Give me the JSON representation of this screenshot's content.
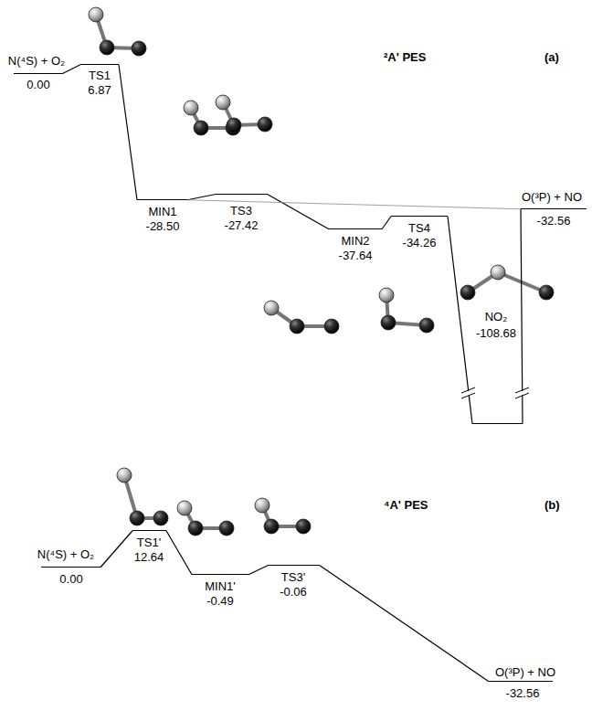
{
  "diagram": {
    "nodes": [
      {
        "text": [
          "N(⁴S) + O₂",
          "0.00"
        ]
      },
      {
        "text": [
          "TS1",
          "6.87"
        ]
      },
      {
        "text": [
          "MIN1",
          "-28.50"
        ]
      },
      {
        "text": [
          "TS3",
          "-27.42"
        ]
      },
      {
        "text": [
          "MIN2",
          "-37.64"
        ]
      },
      {
        "text": [
          "TS4",
          "-34.26"
        ]
      },
      {
        "text": [
          "NO₂",
          "-108.68"
        ]
      },
      {
        "text": [
          "O(³P) + NO",
          "-32.56"
        ]
      },
      {
        "text": [
          "N(⁴S) + O₂",
          "0.00"
        ]
      },
      {
        "text": [
          "TS1'",
          "12.64"
        ]
      },
      {
        "text": [
          "MIN1'",
          "-0.49"
        ]
      },
      {
        "text": [
          "TS3'",
          "-0.06"
        ]
      },
      {
        "text": [
          "O(³P) + NO",
          "-32.56"
        ]
      }
    ],
    "edges": [
      {
        "from": 0,
        "to": 1,
        "arrow": "none"
      },
      {
        "from": 1,
        "to": 2,
        "arrow": "none"
      },
      {
        "from": 2,
        "to": 3,
        "arrow": "none"
      },
      {
        "from": 3,
        "to": 4,
        "arrow": "none"
      },
      {
        "from": 4,
        "to": 5,
        "arrow": "none"
      },
      {
        "from": 5,
        "to": 6,
        "arrow": "none"
      },
      {
        "from": 6,
        "to": 7,
        "arrow": "none"
      },
      {
        "from": 2,
        "to": 7,
        "arrow": "none"
      },
      {
        "from": 8,
        "to": 9,
        "arrow": "none"
      },
      {
        "from": 9,
        "to": 10,
        "arrow": "none"
      },
      {
        "from": 10,
        "to": 11,
        "arrow": "none"
      },
      {
        "from": 11,
        "to": 12,
        "arrow": "none"
      }
    ],
    "labels": [
      "²A' PES",
      "(a)",
      "⁴A' PES",
      "(b)"
    ]
  }
}
